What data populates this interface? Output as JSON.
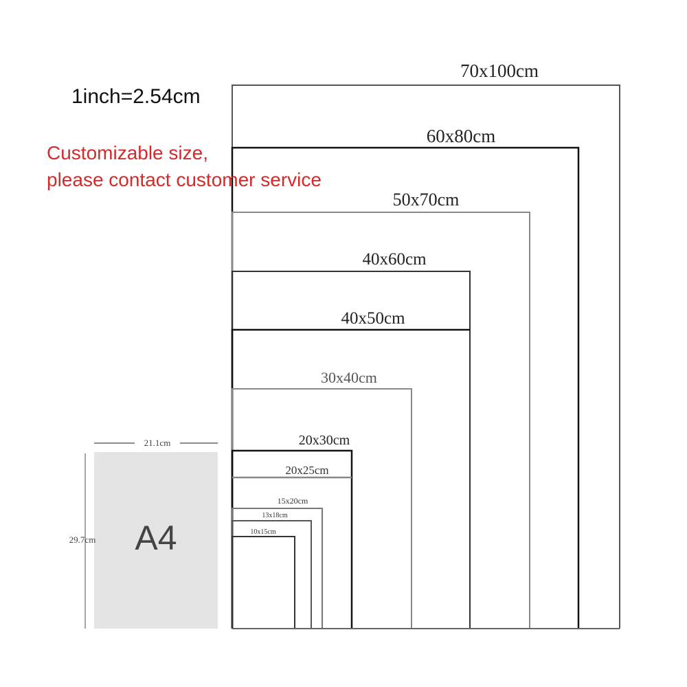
{
  "inch_note": "1inch=2.54cm",
  "custom_note": {
    "line1": "Customizable size,",
    "line2": "please contact customer service",
    "color": "#d42a2a"
  },
  "sizes": [
    {
      "label": "70x100cm",
      "color": "#555555"
    },
    {
      "label": "60x80cm",
      "color": "#111111"
    },
    {
      "label": "50x70cm",
      "color": "#888888"
    },
    {
      "label": "40x60cm",
      "color": "#333333"
    },
    {
      "label": "40x50cm",
      "color": "#111111"
    },
    {
      "label": "30x40cm",
      "color": "#888888"
    },
    {
      "label": "20x30cm",
      "color": "#111111"
    },
    {
      "label": "20x25cm",
      "color": "#888888"
    },
    {
      "label": "15x20cm",
      "color": "#777777"
    },
    {
      "label": "13x18cm",
      "color": "#555555"
    },
    {
      "label": "10x15cm",
      "color": "#333333"
    }
  ],
  "a4": {
    "label": "A4",
    "width_label": "21.1cm",
    "height_label": "29.7cm",
    "fill": "#e4e4e4"
  }
}
